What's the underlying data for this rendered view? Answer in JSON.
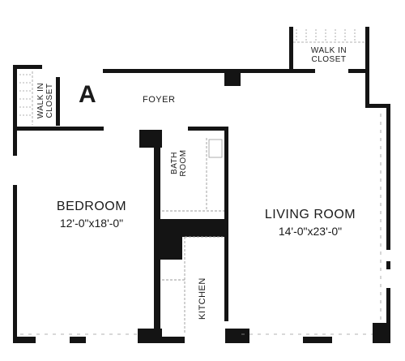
{
  "plan": {
    "unit_letter": "A",
    "rooms": {
      "foyer": {
        "name": "FOYER"
      },
      "bedroom": {
        "name": "BEDROOM",
        "dimensions": "12'-0\"x18'-0\""
      },
      "living_room": {
        "name": "LIVING ROOM",
        "dimensions": "14'-0\"x23'-0\""
      },
      "bathroom": {
        "line1": "BATH",
        "line2": "ROOM"
      },
      "kitchen": {
        "name": "KITCHEN"
      },
      "walk_in_closet_left": {
        "line1": "WALK IN",
        "line2": "CLOSET"
      },
      "walk_in_closet_right": {
        "line1": "WALK IN",
        "line2": "CLOSET"
      }
    },
    "colors": {
      "wall": "#141414",
      "fixture": "#9a9a9a"
    }
  }
}
